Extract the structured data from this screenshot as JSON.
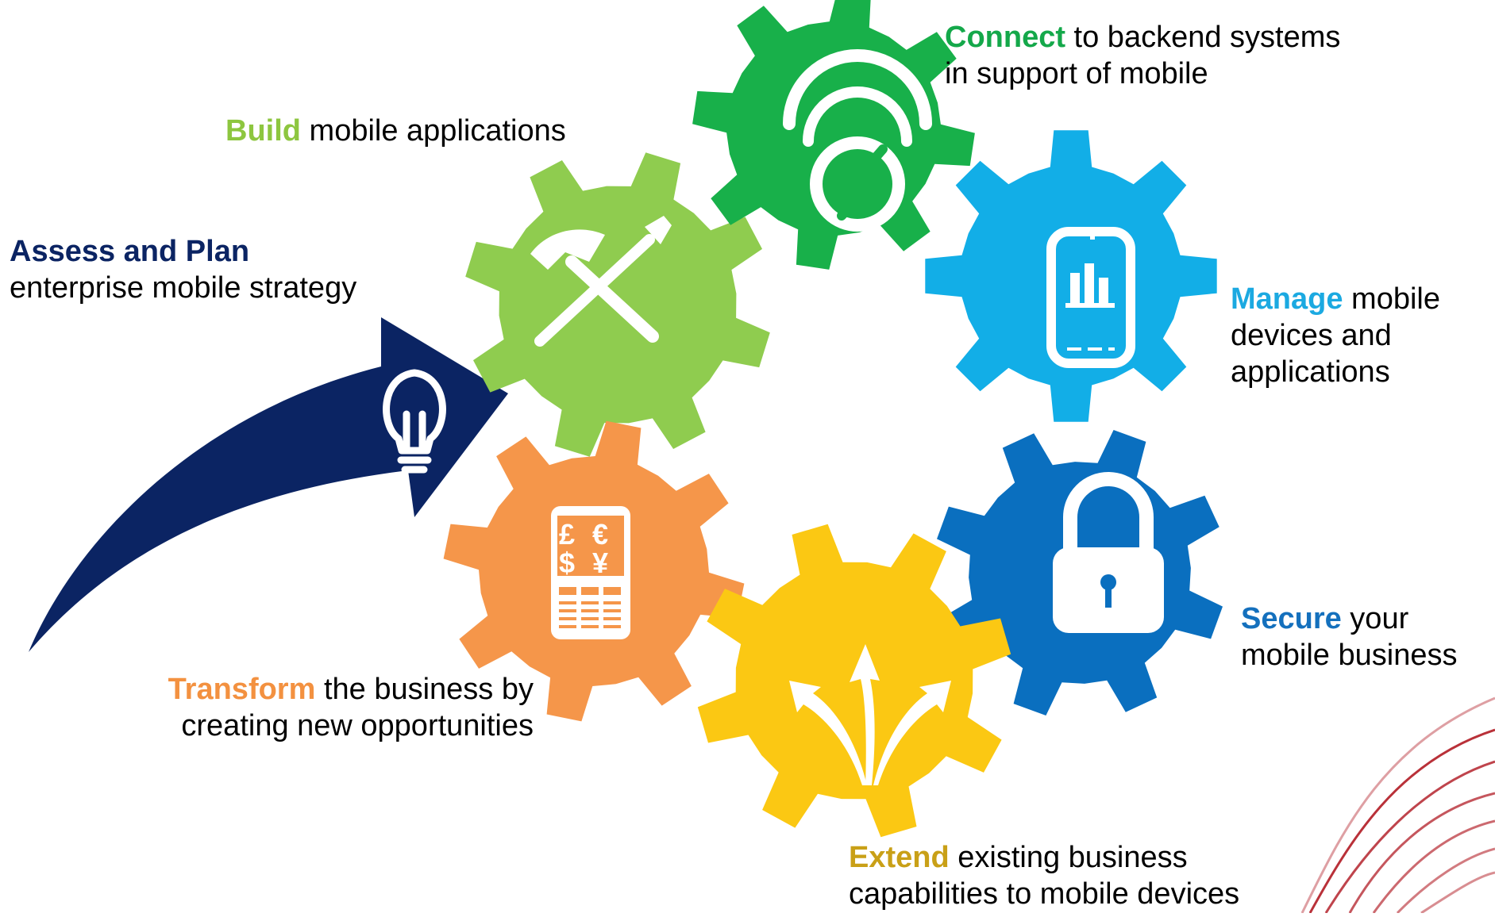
{
  "assess": {
    "title": "Assess and Plan",
    "text": "enterprise mobile strategy",
    "color": "#0b2463",
    "icon": "lightbulb-icon"
  },
  "steps": [
    {
      "id": "build",
      "keyword": "Build",
      "line1": " mobile applications",
      "line2": "",
      "line3": "",
      "color": "#8fcc4f",
      "keyword_color": "#8dc63f",
      "icon": "tools-icon"
    },
    {
      "id": "connect",
      "keyword": "Connect",
      "line1": " to backend systems",
      "line2": "in support of mobile",
      "line3": "",
      "color": "#18b04a",
      "keyword_color": "#14a84a",
      "icon": "wireless-connect-icon"
    },
    {
      "id": "manage",
      "keyword": "Manage",
      "line1": " mobile",
      "line2": "devices and",
      "line3": "applications",
      "color": "#12aee7",
      "keyword_color": "#1ba9e1",
      "icon": "mobile-device-icon"
    },
    {
      "id": "secure",
      "keyword": "Secure",
      "line1": " your",
      "line2": "mobile business",
      "line3": "",
      "color": "#0a6fbf",
      "keyword_color": "#1470bd",
      "icon": "padlock-icon"
    },
    {
      "id": "extend",
      "keyword": "Extend",
      "line1": " existing business",
      "line2": "capabilities to mobile devices",
      "line3": "",
      "color": "#fbc813",
      "keyword_color": "#c9a017",
      "icon": "expand-arrows-icon"
    },
    {
      "id": "transform",
      "keyword": "Transform",
      "line1": " the business by",
      "line2": "creating new opportunities",
      "line3": "",
      "color": "#f5964a",
      "keyword_color": "#f39140",
      "icon": "currency-phone-icon"
    }
  ],
  "arrow_color": "#0b2463",
  "decoration_color": "#b11b24"
}
